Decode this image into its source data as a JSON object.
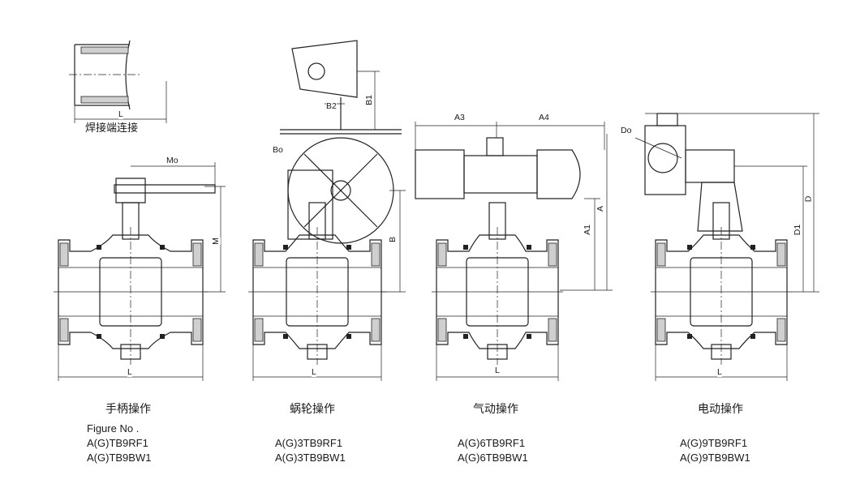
{
  "weld_end": {
    "title": "焊接端连接",
    "dim_L": "L"
  },
  "views": [
    {
      "caption": "手柄操作",
      "dims": {
        "L": "L",
        "Mo": "Mo",
        "M": "M"
      },
      "codes": [
        "A(G)TB9RF1",
        "A(G)TB9BW1"
      ]
    },
    {
      "caption": "蜗轮操作",
      "dims": {
        "L": "L",
        "Bo": "Bo",
        "B": "B",
        "B1": "B1",
        "B2": "B2"
      },
      "codes": [
        "A(G)3TB9RF1",
        "A(G)3TB9BW1"
      ]
    },
    {
      "caption": "气动操作",
      "dims": {
        "L": "L",
        "A3": "A3",
        "A4": "A4",
        "A1": "A1",
        "A": "A"
      },
      "codes": [
        "A(G)6TB9RF1",
        "A(G)6TB9BW1"
      ]
    },
    {
      "caption": "电动操作",
      "dims": {
        "L": "L",
        "Do": "Do",
        "D": "D",
        "D1": "D1"
      },
      "codes": [
        "A(G)9TB9RF1",
        "A(G)9TB9BW1"
      ]
    }
  ],
  "figure_no_label": "Figure No ."
}
